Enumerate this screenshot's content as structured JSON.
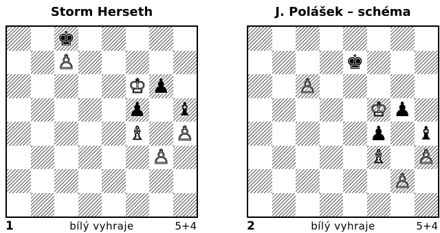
{
  "diagrams": [
    {
      "title": "Storm Herseth",
      "number": "1",
      "result": "bílý vyhraje",
      "count": "5+4",
      "pieces": [
        {
          "square": "c8",
          "color": "black",
          "type": "king",
          "glyph": "♚"
        },
        {
          "square": "c7",
          "color": "white",
          "type": "pawn",
          "glyph": "♙"
        },
        {
          "square": "f6",
          "color": "white",
          "type": "king",
          "glyph": "♔"
        },
        {
          "square": "g6",
          "color": "black",
          "type": "pawn",
          "glyph": "♟"
        },
        {
          "square": "f5",
          "color": "black",
          "type": "pawn",
          "glyph": "♟"
        },
        {
          "square": "h5",
          "color": "black",
          "type": "bishop",
          "glyph": "♝"
        },
        {
          "square": "f4",
          "color": "white",
          "type": "bishop",
          "glyph": "♗"
        },
        {
          "square": "h4",
          "color": "white",
          "type": "pawn",
          "glyph": "♙"
        },
        {
          "square": "g3",
          "color": "white",
          "type": "pawn",
          "glyph": "♙"
        }
      ]
    },
    {
      "title": "J. Polášek – schéma",
      "number": "2",
      "result": "bílý vyhraje",
      "count": "5+4",
      "pieces": [
        {
          "square": "e7",
          "color": "black",
          "type": "king",
          "glyph": "♚"
        },
        {
          "square": "c6",
          "color": "white",
          "type": "pawn",
          "glyph": "♙"
        },
        {
          "square": "f5",
          "color": "white",
          "type": "king",
          "glyph": "♔"
        },
        {
          "square": "g5",
          "color": "black",
          "type": "pawn",
          "glyph": "♟"
        },
        {
          "square": "f4",
          "color": "black",
          "type": "pawn",
          "glyph": "♟"
        },
        {
          "square": "h4",
          "color": "black",
          "type": "bishop",
          "glyph": "♝"
        },
        {
          "square": "f3",
          "color": "white",
          "type": "bishop",
          "glyph": "♗"
        },
        {
          "square": "h3",
          "color": "white",
          "type": "pawn",
          "glyph": "♙"
        },
        {
          "square": "g2",
          "color": "white",
          "type": "pawn",
          "glyph": "♙"
        }
      ]
    }
  ]
}
